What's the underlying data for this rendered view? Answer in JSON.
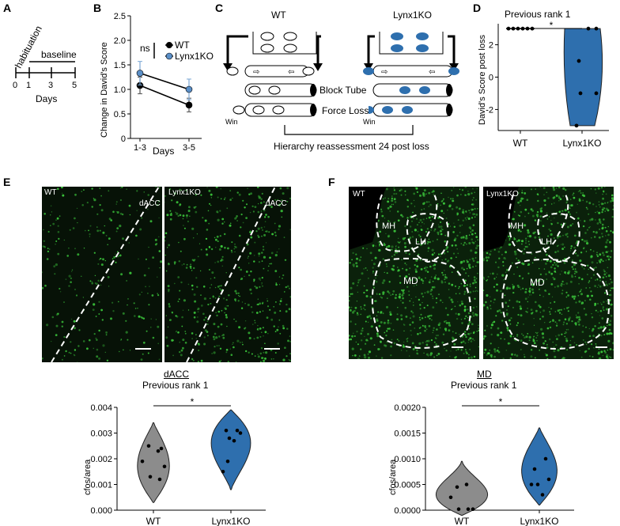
{
  "panels": {
    "a": "A",
    "b": "B",
    "c": "C",
    "d": "D",
    "e": "E",
    "f": "F"
  },
  "timeline": {
    "label_habituation": "habituation",
    "label_baseline": "baseline",
    "ticks": [
      "0",
      "1",
      "3",
      "5"
    ],
    "xlabel": "Days"
  },
  "colors": {
    "wt": "#000000",
    "ko": "#3a78b6",
    "wt_violin": "#8c8c8c",
    "ko_violin": "#2e6fae",
    "fluor": "#3dcc3d",
    "ci": "#7aa7d4"
  },
  "panel_b": {
    "ylabel": "Change in David's Score",
    "xlabel": "Days",
    "ns": "ns",
    "legend_wt": "WT",
    "legend_ko": "Lynx1KO"
  },
  "panel_c": {
    "wt_title": "WT",
    "ko_title": "Lynx1KO",
    "block_tube": "Block Tube",
    "force_loss": "Force Loss",
    "win": "Win",
    "footer": "Hierarchy reassessment 24 post loss"
  },
  "panel_d": {
    "title": "Previous rank 1",
    "ylabel": "David's Score post loss",
    "star": "*"
  },
  "panel_e": {
    "wt_label": "WT",
    "ko_label": "Lynx1KO",
    "region_label": "dACC",
    "heading": "dACC",
    "subheading": "Previous rank 1",
    "ylabel": "cfos/area",
    "star": "*"
  },
  "panel_f": {
    "wt_label": "WT",
    "ko_label": "Lynx1KO",
    "mh": "MH",
    "lh": "LH",
    "md": "MD",
    "heading": "MD",
    "subheading": "Previous rank 1",
    "ylabel": "cfos/area",
    "star": "*"
  },
  "chart_data": [
    {
      "type": "line",
      "categories": [
        "1-3",
        "3-5"
      ],
      "series": [
        {
          "name": "WT",
          "values": [
            1.08,
            0.68
          ],
          "err": [
            0.17,
            0.14
          ]
        },
        {
          "name": "Lynx1KO",
          "values": [
            1.33,
            1.0
          ],
          "err": [
            0.24,
            0.21
          ]
        }
      ],
      "ylabel": "Change in David's Score",
      "xlabel": "Days",
      "ylim": [
        0,
        2.5
      ],
      "yticks": [
        "0",
        "0.5",
        "1.0",
        "1.5",
        "2.0",
        "2.5"
      ],
      "legend": "top-right"
    },
    {
      "type": "scatter",
      "categories": [
        "WT",
        "Lynx1KO"
      ],
      "series": [
        {
          "name": "WT",
          "values": [
            3,
            3,
            3,
            3,
            3,
            3
          ]
        },
        {
          "name": "Lynx1KO",
          "values": [
            3,
            3,
            1,
            -1,
            -1,
            -3
          ]
        }
      ],
      "ylabel": "David's Score post loss",
      "title": "Previous rank 1",
      "ylim": [
        -3.3,
        3.3
      ],
      "yticks": [
        "-2",
        "0",
        "2"
      ]
    },
    {
      "type": "scatter",
      "categories": [
        "WT",
        "Lynx1KO"
      ],
      "series": [
        {
          "name": "WT",
          "values": [
            0.0025,
            0.0023,
            0.0019,
            0.0017,
            0.0013,
            0.0012,
            0.0024
          ]
        },
        {
          "name": "Lynx1KO",
          "values": [
            0.0031,
            0.0031,
            0.003,
            0.0028,
            0.0027,
            0.0015,
            0.0019
          ]
        }
      ],
      "ylabel": "cfos/area",
      "title": "Previous rank 1",
      "ylim": [
        0,
        0.004
      ],
      "yticks": [
        "0.000",
        "0.001",
        "0.002",
        "0.003",
        "0.004"
      ]
    },
    {
      "type": "scatter",
      "categories": [
        "WT",
        "Lynx1KO"
      ],
      "series": [
        {
          "name": "WT",
          "values": [
            0.00045,
            0.0005,
            0.00025,
            2e-05,
            2e-05,
            2e-05
          ]
        },
        {
          "name": "Lynx1KO",
          "values": [
            0.001,
            0.0008,
            0.0006,
            0.0005,
            0.0003,
            0.0005
          ]
        }
      ],
      "ylabel": "cfos/area",
      "title": "Previous rank 1",
      "ylim": [
        0,
        0.002
      ],
      "yticks": [
        "0.0000",
        "0.0005",
        "0.0010",
        "0.0015",
        "0.0020"
      ]
    }
  ]
}
